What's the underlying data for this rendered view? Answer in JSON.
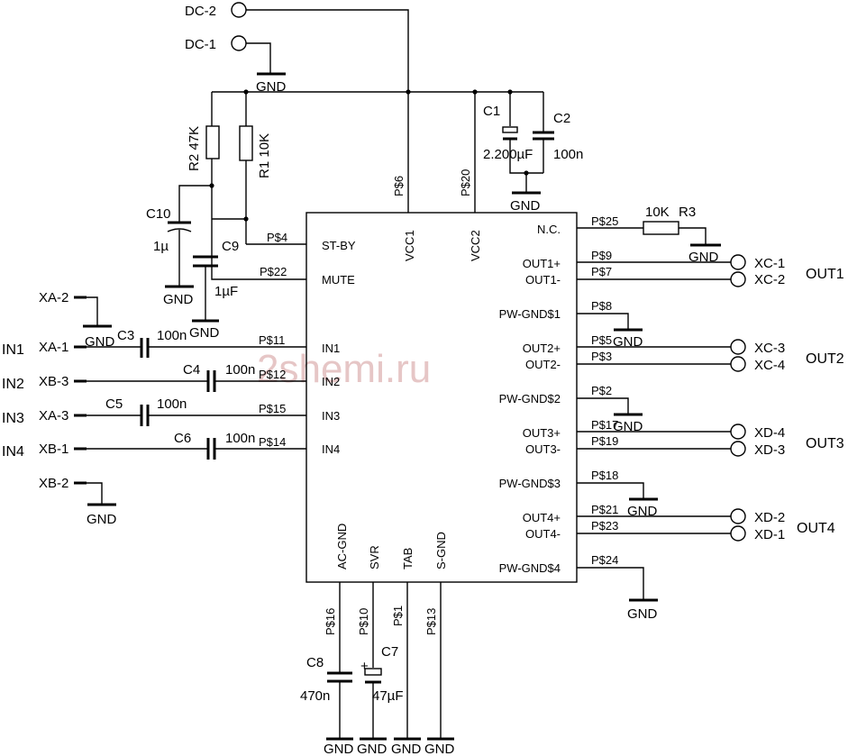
{
  "chip": {
    "left_pins": [
      "ST-BY",
      "MUTE",
      "IN1",
      "IN2",
      "IN3",
      "IN4"
    ],
    "top_pins": [
      "VCC1",
      "VCC2"
    ],
    "bottom_pins": [
      "AC-GND",
      "SVR",
      "TAB",
      "S-GND"
    ],
    "right_pins": [
      "N.C.",
      "OUT1+",
      "OUT1-",
      "PW-GND$1",
      "OUT2+",
      "OUT2-",
      "PW-GND$2",
      "OUT3+",
      "OUT3-",
      "PW-GND$3",
      "OUT4+",
      "OUT4-",
      "PW-GND$4"
    ]
  },
  "nets": {
    "vcc1": "P$6",
    "vcc2": "P$20",
    "stby": "P$4",
    "mute": "P$22",
    "in1": "P$11",
    "in2": "P$12",
    "in3": "P$15",
    "in4": "P$14",
    "nc": "P$25",
    "out1p": "P$9",
    "out1m": "P$7",
    "pw1": "P$8",
    "out2p": "P$5",
    "out2m": "P$3",
    "pw2": "P$2",
    "out3p": "P$17",
    "out3m": "P$19",
    "pw3": "P$18",
    "out4p": "P$21",
    "out4m": "P$23",
    "pw4": "P$24",
    "acgnd": "P$16",
    "svr": "P$10",
    "tab": "P$1",
    "sgnd": "P$13"
  },
  "power": {
    "dc2": "DC-2",
    "dc1": "DC-1"
  },
  "gnd_label": "GND",
  "components": {
    "r1_ref": "R1",
    "r1_val": "10K",
    "r2_ref": "R2",
    "r2_val": "47K",
    "r3_ref": "R3",
    "r3_val": "10K",
    "c1_ref": "C1",
    "c1_val": "2.200µF",
    "c2_ref": "C2",
    "c2_val": "100n",
    "c3_ref": "C3",
    "c3_val": "100n",
    "c4_ref": "C4",
    "c4_val": "100n",
    "c5_ref": "C5",
    "c5_val": "100n",
    "c6_ref": "C6",
    "c6_val": "100n",
    "c7_ref": "C7",
    "c7_val": "47µF",
    "c8_ref": "C8",
    "c8_val": "470n",
    "c9_ref": "C9",
    "c9_val": "1µF",
    "c10_ref": "C10",
    "c10_val": "1µ"
  },
  "inputs": {
    "in1": "IN1",
    "in2": "IN2",
    "in3": "IN3",
    "in4": "IN4",
    "xa2": "XA-2",
    "xa1": "XA-1",
    "xb3": "XB-3",
    "xa3": "XA-3",
    "xb1": "XB-1",
    "xb2": "XB-2"
  },
  "outputs": {
    "xc1": "XC-1",
    "xc2": "XC-2",
    "xc3": "XC-3",
    "xc4": "XC-4",
    "xd4": "XD-4",
    "xd3": "XD-3",
    "xd2": "XD-2",
    "xd1": "XD-1",
    "out1": "OUT1",
    "out2": "OUT2",
    "out3": "OUT3",
    "out4": "OUT4"
  },
  "watermark": "2shemi.ru"
}
